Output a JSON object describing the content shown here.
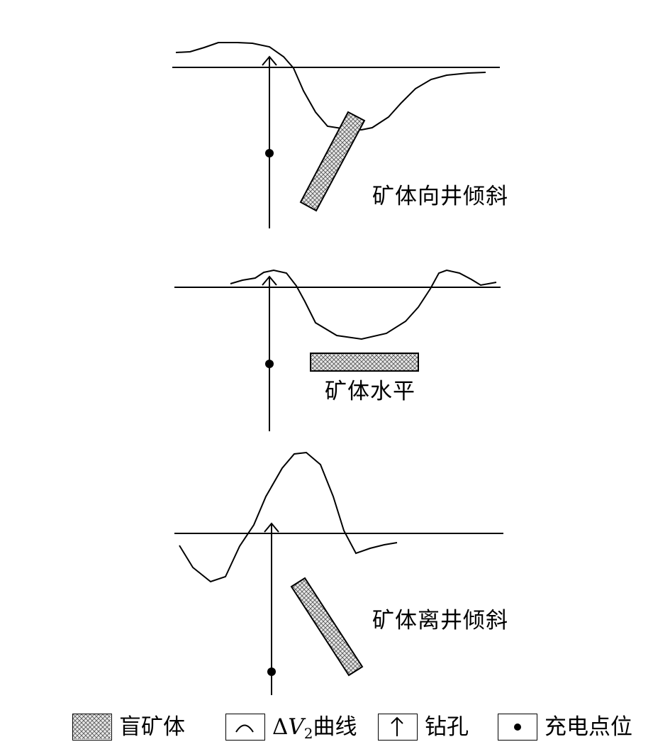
{
  "panels": [
    {
      "label": "矿体向井倾斜"
    },
    {
      "label": "矿体水平"
    },
    {
      "label": "矿体离井倾斜"
    }
  ],
  "legend": {
    "blind_ore": "盲矿体",
    "curve_delta": "Δ",
    "curve_v": "V",
    "curve_sub": "2",
    "curve_suffix": "曲线",
    "borehole": "钻孔",
    "charge_point": "充电点位"
  },
  "colors": {
    "line": "#000000",
    "hatch_bg": "#e8e8e8",
    "hatch_line": "#555555"
  }
}
